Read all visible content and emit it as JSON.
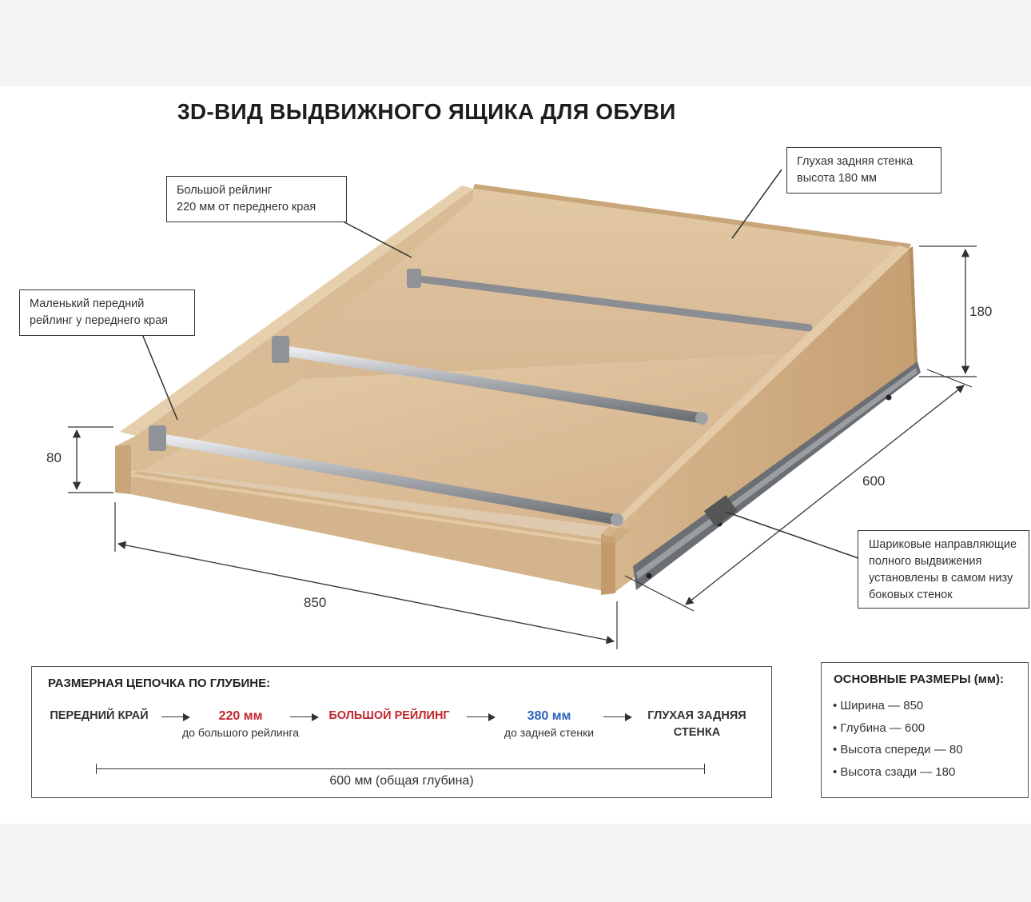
{
  "title": "3D-ВИД ВЫДВИЖНОГО ЯЩИКА ДЛЯ ОБУВИ",
  "callouts": {
    "big_rail": [
      "Большой рейлинг",
      "220 мм от переднего края"
    ],
    "back_wall": [
      "Глухая задняя стенка",
      "высота 180 мм"
    ],
    "small_rail": [
      "Маленький передний",
      "рейлинг у переднего края"
    ],
    "slides": [
      "Шариковые направляющие",
      "полного выдвижения",
      "установлены в самом низу",
      "боковых стенок"
    ]
  },
  "dimensions": {
    "width": "850",
    "depth": "600",
    "front_height": "80",
    "back_height": "180"
  },
  "depth_chain": {
    "heading": "РАЗМЕРНАЯ ЦЕПОЧКА ПО ГЛУБИНЕ:",
    "nodes": [
      {
        "lead": "ПЕРЕДНИЙ КРАЙ",
        "sub": "",
        "color": "#222222"
      },
      {
        "lead": "220 мм",
        "sub": "до большого рейлинга",
        "color": "#c0262d"
      },
      {
        "lead": "БОЛЬШОЙ РЕЙЛИНГ",
        "sub": "",
        "color": "#c0262d"
      },
      {
        "lead": "380 мм",
        "sub": "до задней стенки",
        "color": "#2a62b8"
      },
      {
        "lead": "ГЛУХАЯ ЗАДНЯЯ",
        "sub": "СТЕНКА",
        "color": "#222222"
      }
    ],
    "total": "600 мм (общая глубина)"
  },
  "main_sizes": {
    "heading": "ОСНОВНЫЕ РАЗМЕРЫ (мм):",
    "items": [
      "Ширина — 850",
      "Глубина — 600",
      "Высота спереди — 80",
      "Высота сзади — 180"
    ]
  },
  "colors": {
    "wood_light": "#dcc09b",
    "wood_mid": "#c9a67a",
    "wood_dark": "#b48d60",
    "rail_metal": "#a9acb0",
    "slide_metal": "#6b6f74",
    "accent_red": "#c0262d",
    "accent_blue": "#2a62b8"
  }
}
